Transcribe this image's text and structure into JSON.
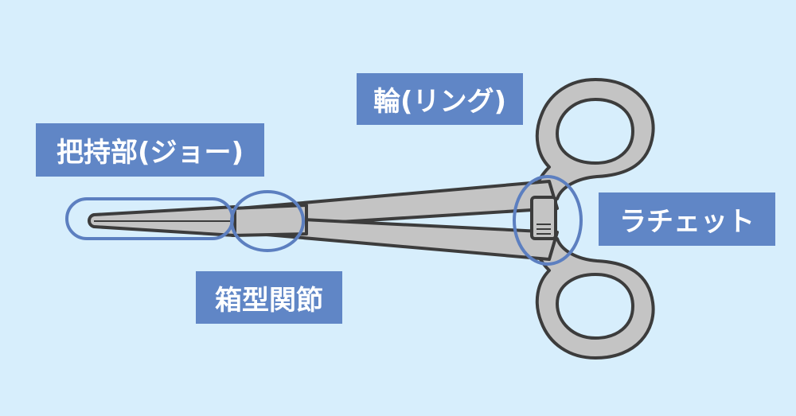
{
  "labels": {
    "jaw": "把持部(ジョー)",
    "ring": "輪(リング)",
    "ratchet": "ラチェット",
    "box_joint": "箱型関節"
  },
  "colors": {
    "background": "#d7eefc",
    "label": "#6086c6",
    "highlight": "#5c7fc0",
    "metal": "#c4c4c4",
    "outline": "#3c3c3c"
  }
}
